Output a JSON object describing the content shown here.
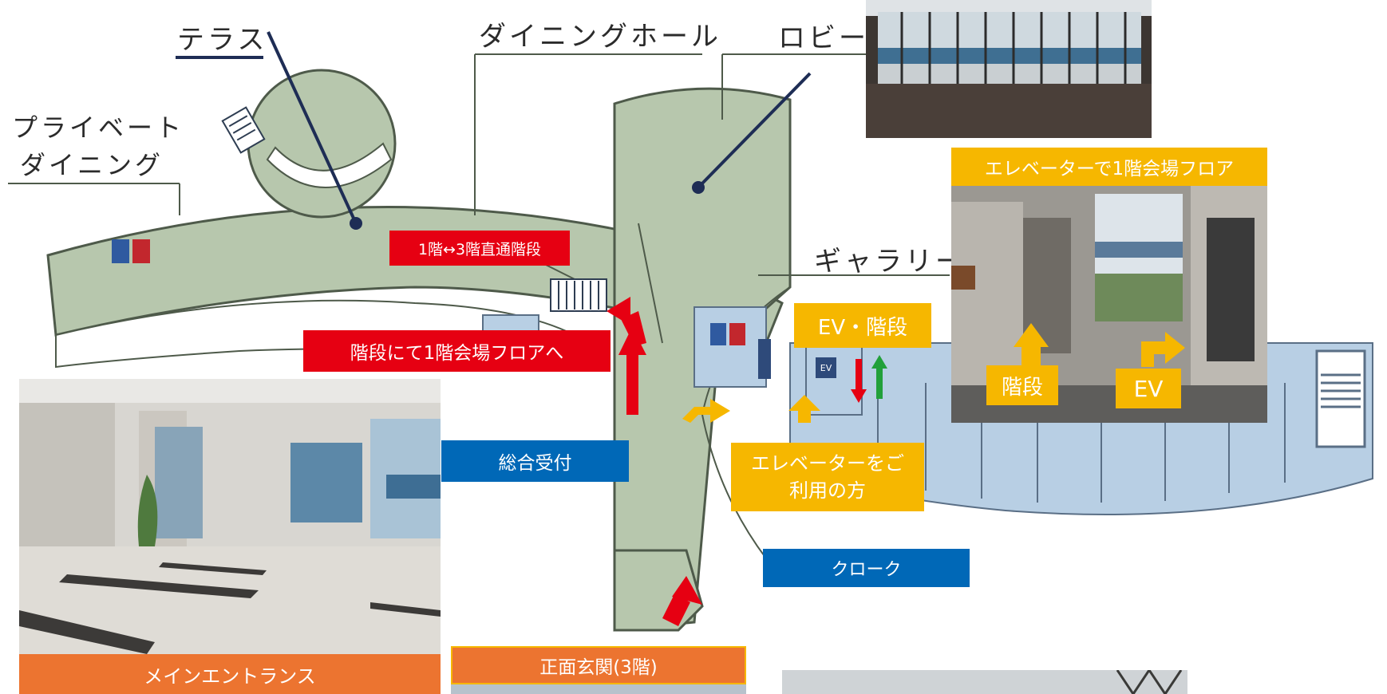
{
  "rooms": {
    "terrace": "テラス",
    "dining_hall": "ダイニングホール",
    "lobby": "ロビー",
    "private_dining_line1": "プライベート",
    "private_dining_line2": "ダイニング",
    "gallery": "ギャラリー",
    "ev_mark": "EV"
  },
  "labels": {
    "direct_stairs": "1階↔3階直通階段",
    "stairs_to_floor1": "階段にて1階会場フロアへ",
    "general_reception": "総合受付",
    "cloak": "クローク",
    "ev_stairs": "EV・階段",
    "elevator_users_line1": "エレベーターをご",
    "elevator_users_line2": "利用の方",
    "elevator_to_floor1": "エレベーターで1階会場フロア",
    "photo_stairs": "階段",
    "photo_ev": "EV",
    "main_entrance": "メインエントランス",
    "front_entrance": "正面玄関(3階)"
  },
  "colors": {
    "floor_green": "#b7c7ad",
    "gallery_blue": "#b8cfe4",
    "red": "#e60012",
    "blue": "#0068b7",
    "yellow": "#f6b700",
    "orange": "#ec7430",
    "green_arrow": "#22a03a"
  },
  "icons": [
    "restroom-icon",
    "elevator-icon",
    "staircase-icon",
    "red-arrow-icon",
    "yellow-arrow-icon",
    "pointer-line"
  ]
}
